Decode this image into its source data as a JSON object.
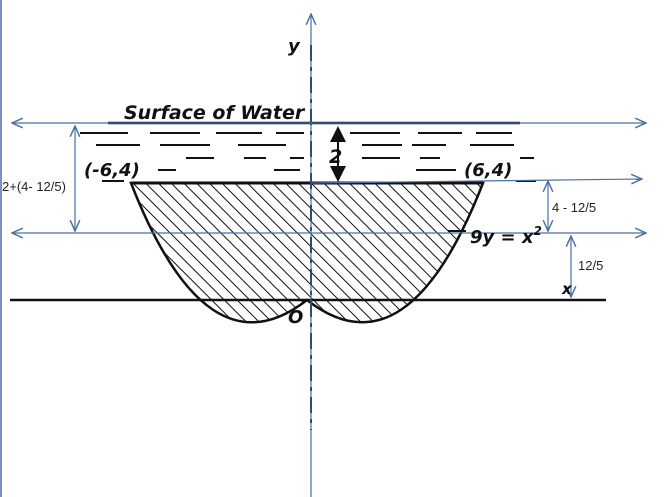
{
  "diagram": {
    "labels": {
      "y_axis": "y",
      "x_axis": "x",
      "origin": "O",
      "surface": "Surface of Water",
      "depth": "2",
      "left_point": "(-6,4)",
      "right_point": "(6,4)",
      "curve_equation": "9y = x",
      "curve_exponent": "2",
      "dim_total": "2+(4-  12/5)",
      "dim_upper": "4 - 12/5",
      "dim_lower": "12/5"
    },
    "colors": {
      "ink": "#111111",
      "guide": "#4a6fa5",
      "background": "#ffffff"
    }
  }
}
